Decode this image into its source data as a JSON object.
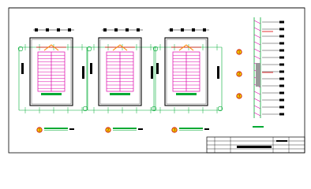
{
  "drawing": {
    "background": "#ffffff",
    "colors": {
      "frame": "#000000",
      "green": "#00aa33",
      "magenta": "#dd00aa",
      "orange": "#ff8800",
      "red": "#dd0000",
      "label_fill": "#eecc00",
      "label_stroke": "#cc0000"
    },
    "plans": [
      {
        "marker": "1",
        "stair_color": "magenta"
      },
      {
        "marker": "2",
        "stair_color": "magenta"
      },
      {
        "marker": "3",
        "stair_color": "magenta"
      }
    ],
    "section_markers": [
      "1",
      "2",
      "3"
    ],
    "title_block": {
      "rows": 4
    }
  }
}
